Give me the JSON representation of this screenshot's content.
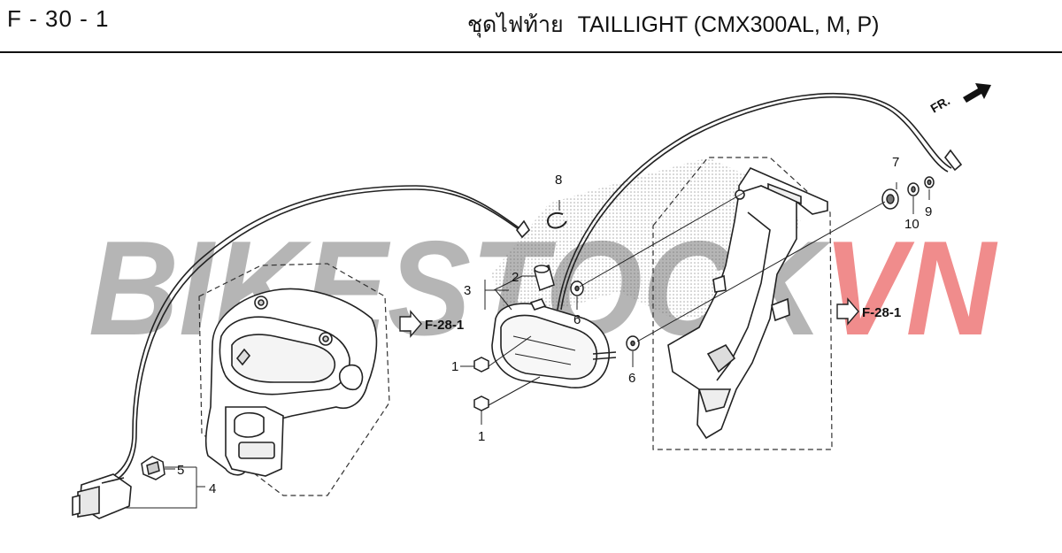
{
  "header": {
    "page_code": "F - 30 - 1",
    "title_thai": "ชุดไฟท้าย",
    "title_en": "TAILLIGHT (CMX300AL, M, P)"
  },
  "watermark": {
    "text_gray": "BIKESTOCK",
    "text_red": "VN",
    "color_gray": "#b5b5b5",
    "color_red": "#f08c8c"
  },
  "direction": {
    "label": "FR."
  },
  "refs": {
    "left": "F-28-1",
    "right": "F-28-1"
  },
  "callouts": {
    "c1a": "1",
    "c1b": "1",
    "c2": "2",
    "c3": "3",
    "c4": "4",
    "c5": "5",
    "c6a": "6",
    "c6b": "6",
    "c7": "7",
    "c8": "8",
    "c9": "9",
    "c10": "10"
  },
  "icons": {
    "fr_arrow": "fr-arrow-icon",
    "ref_arrow": "ref-arrow-icon"
  }
}
